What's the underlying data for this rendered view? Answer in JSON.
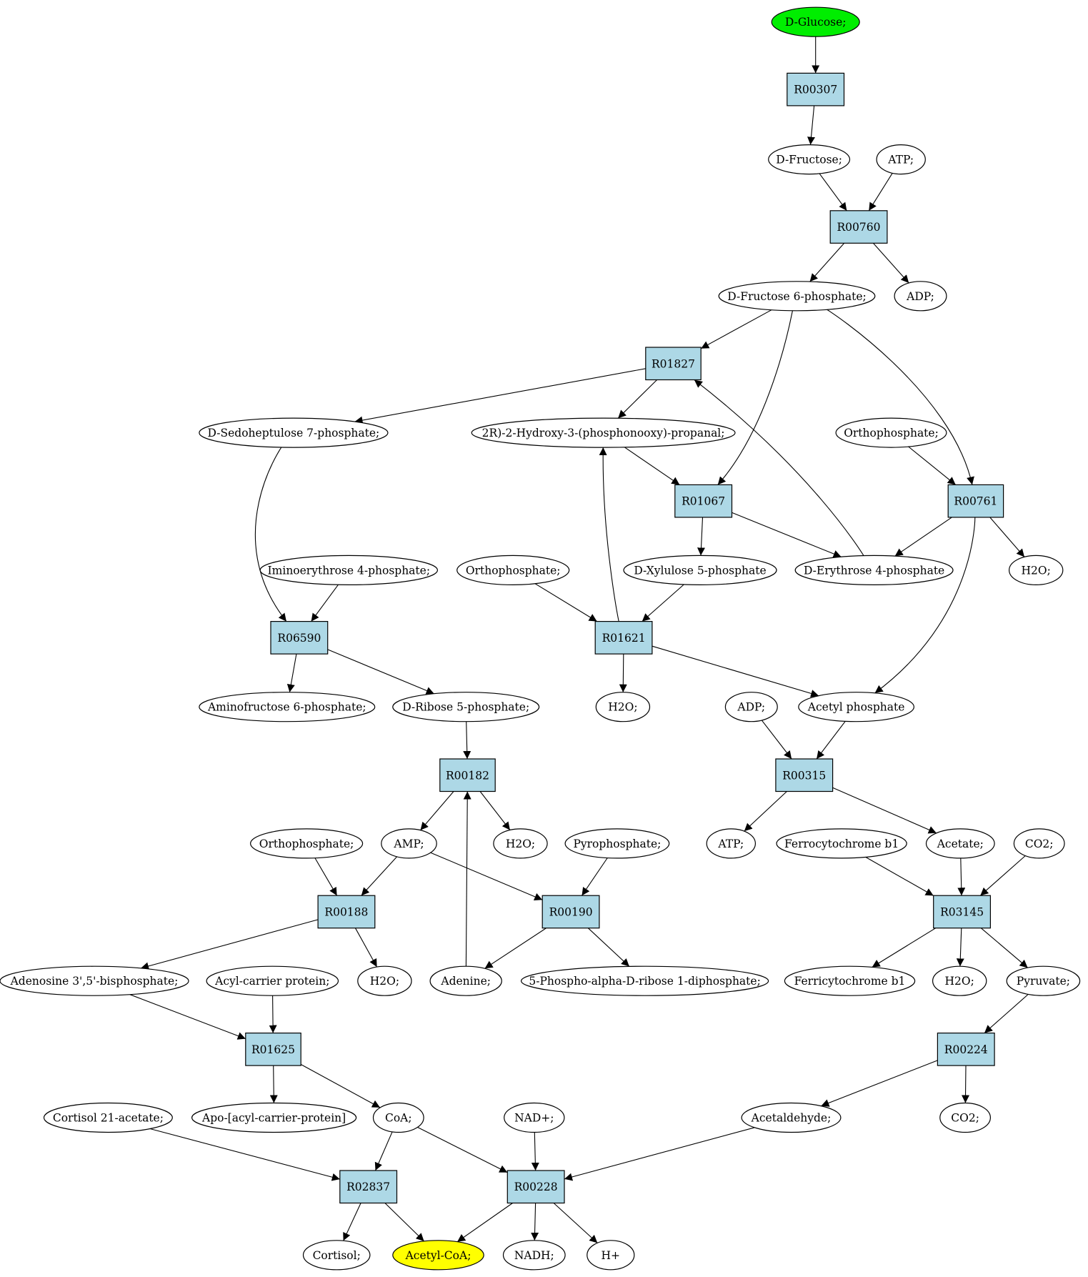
{
  "compounds": {
    "c_glucose": {
      "label": "D-Glucose;",
      "role": "start",
      "color": "#00ee00"
    },
    "c_fructose": {
      "label": "D-Fructose;"
    },
    "c_atp1": {
      "label": "ATP;"
    },
    "c_adp1": {
      "label": "ADP;"
    },
    "c_f6p": {
      "label": "D-Fructose 6-phosphate;"
    },
    "c_s7p": {
      "label": "D-Sedoheptulose 7-phosphate;"
    },
    "c_hpp": {
      "label": "2R)-2-Hydroxy-3-(phosphonooxy)-propanal;"
    },
    "c_pi1": {
      "label": "Orthophosphate;"
    },
    "c_ie4p": {
      "label": "Iminoerythrose 4-phosphate;"
    },
    "c_pi2": {
      "label": "Orthophosphate;"
    },
    "c_x5p": {
      "label": "D-Xylulose 5-phosphate"
    },
    "c_e4p": {
      "label": "D-Erythrose 4-phosphate"
    },
    "c_h2o1": {
      "label": "H2O;"
    },
    "c_af6p": {
      "label": "Aminofructose 6-phosphate;"
    },
    "c_r5p": {
      "label": "D-Ribose 5-phosphate;"
    },
    "c_h2o2": {
      "label": "H2O;"
    },
    "c_adp2": {
      "label": "ADP;"
    },
    "c_acp": {
      "label": "Acetyl phosphate"
    },
    "c_pi3": {
      "label": "Orthophosphate;"
    },
    "c_amp": {
      "label": "AMP;"
    },
    "c_h2o3": {
      "label": "H2O;"
    },
    "c_ppi": {
      "label": "Pyrophosphate;"
    },
    "c_atp2": {
      "label": "ATP;"
    },
    "c_ferro": {
      "label": "Ferrocytochrome b1"
    },
    "c_acetate": {
      "label": "Acetate;"
    },
    "c_co2a": {
      "label": "CO2;"
    },
    "c_a35bp": {
      "label": "Adenosine 3',5'-bisphosphate;"
    },
    "c_acylcp": {
      "label": "Acyl-carrier protein;"
    },
    "c_h2o4": {
      "label": "H2O;"
    },
    "c_adenine": {
      "label": "Adenine;"
    },
    "c_prpp": {
      "label": "5-Phospho-alpha-D-ribose 1-diphosphate;"
    },
    "c_ferri": {
      "label": "Ferricytochrome b1"
    },
    "c_h2o5": {
      "label": "H2O;"
    },
    "c_pyruvate": {
      "label": "Pyruvate;"
    },
    "c_cortac": {
      "label": "Cortisol 21-acetate;"
    },
    "c_apoacp": {
      "label": "Apo-[acyl-carrier-protein]"
    },
    "c_coa": {
      "label": "CoA;"
    },
    "c_nad": {
      "label": "NAD+;"
    },
    "c_acald": {
      "label": "Acetaldehyde;"
    },
    "c_co2b": {
      "label": "CO2;"
    },
    "c_cortisol": {
      "label": "Cortisol;"
    },
    "c_acoa": {
      "label": "Acetyl-CoA;",
      "role": "target",
      "color": "#ffff00"
    },
    "c_nadh": {
      "label": "NADH;"
    },
    "c_hplus": {
      "label": "H+"
    }
  },
  "reactions": {
    "r_R00307": {
      "label": "R00307",
      "color": "#add8e6"
    },
    "r_R00760": {
      "label": "R00760",
      "color": "#add8e6"
    },
    "r_R01827": {
      "label": "R01827",
      "color": "#add8e6"
    },
    "r_R01067": {
      "label": "R01067",
      "color": "#add8e6"
    },
    "r_R00761": {
      "label": "R00761",
      "color": "#add8e6"
    },
    "r_R06590": {
      "label": "R06590",
      "color": "#add8e6"
    },
    "r_R01621": {
      "label": "R01621",
      "color": "#add8e6"
    },
    "r_R00182": {
      "label": "R00182",
      "color": "#add8e6"
    },
    "r_R00315": {
      "label": "R00315",
      "color": "#add8e6"
    },
    "r_R00188": {
      "label": "R00188",
      "color": "#add8e6"
    },
    "r_R00190": {
      "label": "R00190",
      "color": "#add8e6"
    },
    "r_R03145": {
      "label": "R03145",
      "color": "#add8e6"
    },
    "r_R01625": {
      "label": "R01625",
      "color": "#add8e6"
    },
    "r_R00224": {
      "label": "R00224",
      "color": "#add8e6"
    },
    "r_R02837": {
      "label": "R02837",
      "color": "#add8e6"
    },
    "r_R00228": {
      "label": "R00228",
      "color": "#add8e6"
    }
  },
  "edges": [
    [
      "c_glucose",
      "r_R00307"
    ],
    [
      "r_R00307",
      "c_fructose"
    ],
    [
      "c_fructose",
      "r_R00760"
    ],
    [
      "c_atp1",
      "r_R00760"
    ],
    [
      "r_R00760",
      "c_f6p"
    ],
    [
      "r_R00760",
      "c_adp1"
    ],
    [
      "c_f6p",
      "r_R01827"
    ],
    [
      "c_f6p",
      "r_R01067"
    ],
    [
      "c_f6p",
      "r_R00761"
    ],
    [
      "r_R01827",
      "c_s7p"
    ],
    [
      "r_R01827",
      "c_hpp"
    ],
    [
      "c_e4p",
      "r_R01827"
    ],
    [
      "c_hpp",
      "r_R01067"
    ],
    [
      "r_R01067",
      "c_x5p"
    ],
    [
      "r_R01067",
      "c_e4p"
    ],
    [
      "c_pi1",
      "r_R00761"
    ],
    [
      "r_R00761",
      "c_e4p"
    ],
    [
      "r_R00761",
      "c_h2o1"
    ],
    [
      "r_R00761",
      "c_acp"
    ],
    [
      "c_s7p",
      "r_R06590"
    ],
    [
      "c_ie4p",
      "r_R06590"
    ],
    [
      "r_R06590",
      "c_af6p"
    ],
    [
      "r_R06590",
      "c_r5p"
    ],
    [
      "c_pi2",
      "r_R01621"
    ],
    [
      "c_x5p",
      "r_R01621"
    ],
    [
      "r_R01621",
      "c_hpp"
    ],
    [
      "r_R01621",
      "c_h2o2"
    ],
    [
      "r_R01621",
      "c_acp"
    ],
    [
      "c_r5p",
      "r_R00182"
    ],
    [
      "c_adenine",
      "r_R00182"
    ],
    [
      "r_R00182",
      "c_amp"
    ],
    [
      "r_R00182",
      "c_h2o3"
    ],
    [
      "c_adp2",
      "r_R00315"
    ],
    [
      "c_acp",
      "r_R00315"
    ],
    [
      "r_R00315",
      "c_atp2"
    ],
    [
      "r_R00315",
      "c_acetate"
    ],
    [
      "c_pi3",
      "r_R00188"
    ],
    [
      "c_amp",
      "r_R00188"
    ],
    [
      "r_R00188",
      "c_a35bp"
    ],
    [
      "r_R00188",
      "c_h2o4"
    ],
    [
      "c_amp",
      "r_R00190"
    ],
    [
      "c_ppi",
      "r_R00190"
    ],
    [
      "r_R00190",
      "c_adenine"
    ],
    [
      "r_R00190",
      "c_prpp"
    ],
    [
      "c_ferro",
      "r_R03145"
    ],
    [
      "c_acetate",
      "r_R03145"
    ],
    [
      "c_co2a",
      "r_R03145"
    ],
    [
      "r_R03145",
      "c_ferri"
    ],
    [
      "r_R03145",
      "c_h2o5"
    ],
    [
      "r_R03145",
      "c_pyruvate"
    ],
    [
      "c_a35bp",
      "r_R01625"
    ],
    [
      "c_acylcp",
      "r_R01625"
    ],
    [
      "r_R01625",
      "c_apoacp"
    ],
    [
      "r_R01625",
      "c_coa"
    ],
    [
      "c_pyruvate",
      "r_R00224"
    ],
    [
      "r_R00224",
      "c_acald"
    ],
    [
      "r_R00224",
      "c_co2b"
    ],
    [
      "c_cortac",
      "r_R02837"
    ],
    [
      "c_coa",
      "r_R02837"
    ],
    [
      "r_R02837",
      "c_cortisol"
    ],
    [
      "r_R02837",
      "c_acoa"
    ],
    [
      "c_coa",
      "r_R00228"
    ],
    [
      "c_nad",
      "r_R00228"
    ],
    [
      "c_acald",
      "r_R00228"
    ],
    [
      "r_R00228",
      "c_acoa"
    ],
    [
      "r_R00228",
      "c_nadh"
    ],
    [
      "r_R00228",
      "c_hplus"
    ]
  ]
}
